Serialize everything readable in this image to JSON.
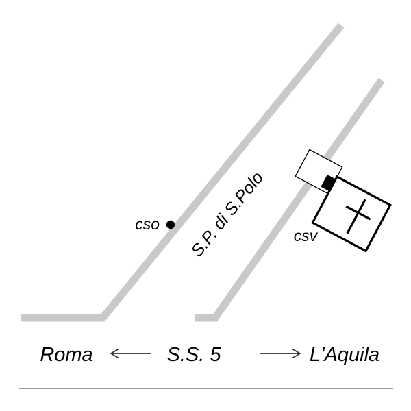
{
  "map": {
    "road_label": "S.P. di S.Polo",
    "marker_cso": {
      "label": "cso"
    },
    "marker_csv": {
      "label": "csv"
    },
    "bottom": {
      "destination_left": "Roma",
      "highway_label": "S.S. 5",
      "destination_right": "L'Aquila"
    },
    "icons": {
      "left_arrow": "arrow pointing toward Roma",
      "right_arrow": "arrow pointing toward L'Aquila",
      "church_cross": "latin cross inside church building"
    },
    "colors": {
      "road": "#c9c9c9",
      "ink": "#000000",
      "arrow": "#333333",
      "divider": "#9a9a9a"
    }
  }
}
